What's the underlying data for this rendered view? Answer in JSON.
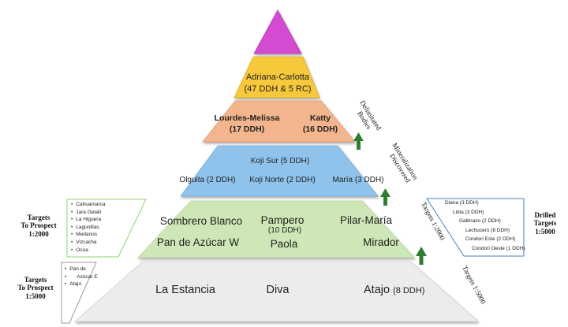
{
  "colors": {
    "tier6_top": "#d24cd0",
    "tier5_gold": "#f7c83a",
    "tier4_orange": "#f3b58e",
    "tier3_blue": "#8fc3ec",
    "tier2_green": "#cde8b6",
    "tier1_grey": "#ececec",
    "arrow_green": "#2e7d32",
    "box_green": "#8bd36a",
    "box_blue": "#4a7fc1",
    "box_grey": "#9a9a9a"
  },
  "pyramid": {
    "tier5": {
      "name": "Adriana-Carlotta",
      "detail": "(47 DDH & 5 RC)"
    },
    "tier4": {
      "left_name": "Lourdes-Melissa",
      "left_detail": "(17 DDH)",
      "right_name": "Katty",
      "right_detail": "(16 DDH)"
    },
    "tier3": {
      "top": "Koji Sur (5 DDH)",
      "left": "Olguita (2 DDH)",
      "mid": "Koji Norte (2 DDH)",
      "right": "María (3 DDH)"
    },
    "tier2": {
      "r1_left": "Sombrero Blanco",
      "r1_mid": "Pampero",
      "r1_mid_detail": "(10 DDH)",
      "r1_right": "Pilar-María",
      "r2_left": "Pan de Azúcar W",
      "r2_mid": "Paola",
      "r2_right": "Mirador"
    },
    "tier1": {
      "left": "La Estancia",
      "mid": "Diva",
      "right_name": "Atajo",
      "right_detail": "(8 DDH)"
    }
  },
  "side_labels": {
    "delimitated": [
      "Delimitated",
      "Bodies"
    ],
    "mineralization": [
      "Mineralization",
      "Discovered"
    ],
    "targets_2000": "Targets 1:2000",
    "targets_5000": "Targets 1:5000"
  },
  "left_boxes": {
    "prospect_2000": {
      "title": [
        "Targets",
        "To Prospect",
        "1:2000"
      ],
      "items": [
        "Cahuamarca",
        "Jara Getah",
        "La Higuera",
        "Lagunillas",
        "Medanos",
        "Vizcacha",
        "Ocoa"
      ]
    },
    "prospect_5000": {
      "title": [
        "Targets",
        "To Prospect",
        "1:5000"
      ],
      "items": [
        "Pan de",
        "Azúcar E",
        "Atajo"
      ]
    }
  },
  "right_box": {
    "title": [
      "Drilled",
      "Targets",
      "1:5000"
    ],
    "items": [
      "Diana (3 DDH)",
      "Lidia (3 DDH)",
      "Gallinazo (2 DDH)",
      "Lechucero (8 DDH)",
      "Condori Este (2 DDH)",
      "Condori Oeste (1 DDH)"
    ]
  }
}
